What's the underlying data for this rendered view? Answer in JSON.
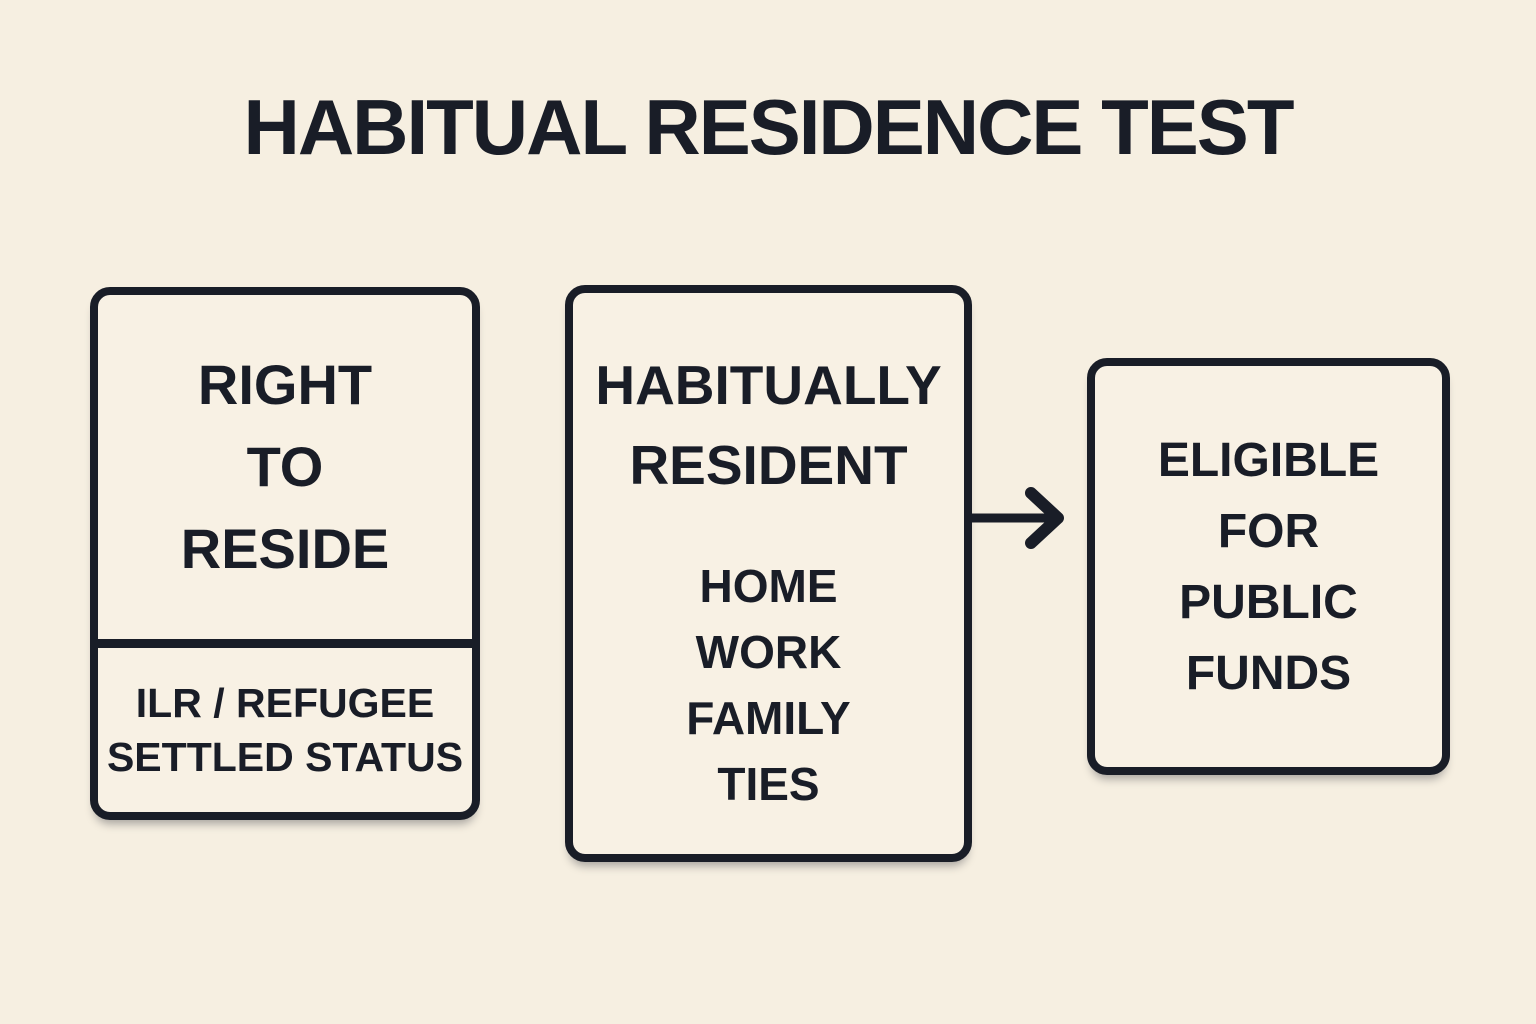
{
  "page": {
    "title": "HABITUAL RESIDENCE TEST",
    "background_color": "#F6EFE1",
    "ink_color": "#191D27"
  },
  "boxes": {
    "right_to_reside": {
      "title_lines": [
        "RIGHT",
        "TO",
        "RESIDE"
      ],
      "note_lines": [
        "ILR / REFUGEE",
        "SETTLED STATUS"
      ]
    },
    "habitually_resident": {
      "title_lines": [
        "HABITUALLY",
        "RESIDENT"
      ],
      "factor_lines": [
        "HOME",
        "WORK",
        "FAMILY",
        "TIES"
      ]
    },
    "eligible_for_public_funds": {
      "title_lines": [
        "ELIGIBLE",
        "FOR",
        "PUBLIC",
        "FUNDS"
      ]
    }
  },
  "arrow": {
    "points_from": "habitually-resident",
    "points_to": "eligible-for-public-funds"
  }
}
